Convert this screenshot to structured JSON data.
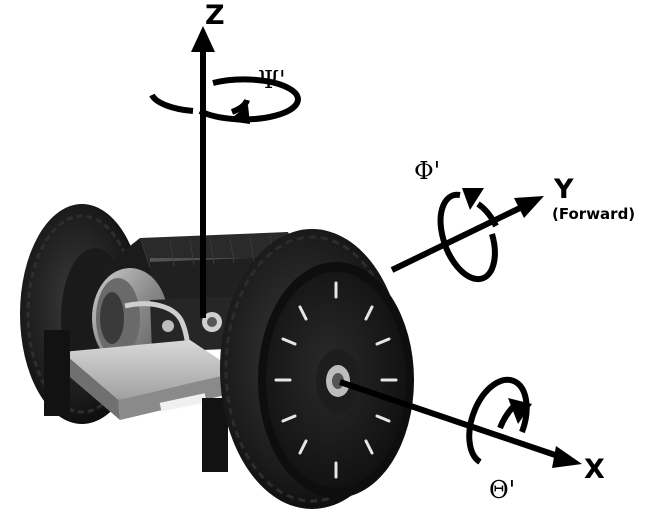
{
  "labels": {
    "z_axis": "Z",
    "y_axis": "Y",
    "y_axis_note": "(Forward)",
    "x_axis": "X",
    "yaw": "Ψ'",
    "roll": "Φ'",
    "pitch": "Θ'"
  },
  "colors": {
    "axis": "#000000",
    "tire": "#1c1c1c",
    "hub": "#151515",
    "body": "#222222",
    "plate": "#b8b8b8",
    "motor": "#9a9a9a"
  },
  "icons": {
    "robot": "two-wheeled-robot-photo",
    "rotation_arrow": "circular-rotation-arrow",
    "axis_arrow": "straight-axis-arrow"
  }
}
